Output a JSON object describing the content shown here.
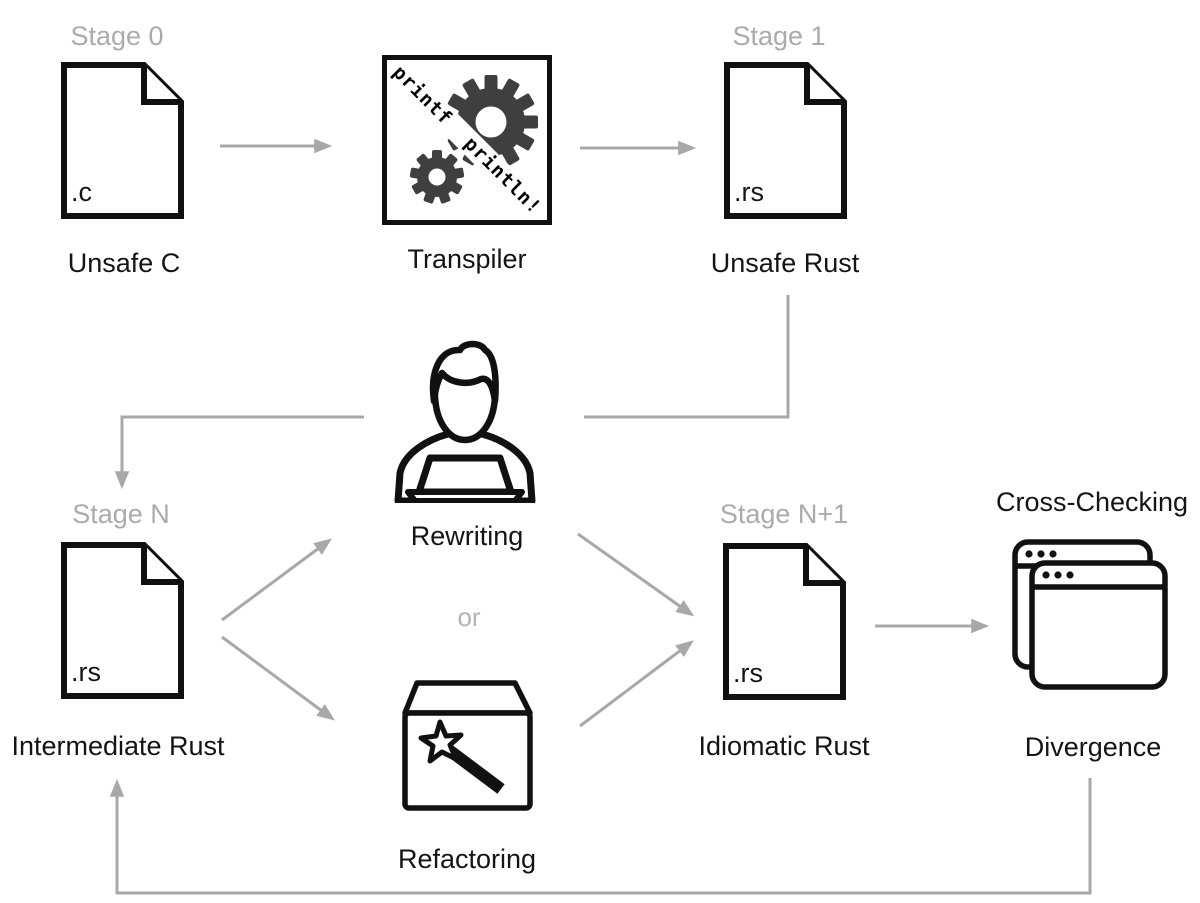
{
  "stages": {
    "s0": "Stage 0",
    "s1": "Stage 1",
    "sn": "Stage N",
    "sn1": "Stage N+1"
  },
  "nodes": {
    "unsafe_c": {
      "label": "Unsafe C",
      "ext": ".c"
    },
    "transpiler": {
      "label": "Transpiler",
      "code": "printf println!"
    },
    "unsafe_rust": {
      "label": "Unsafe Rust",
      "ext": ".rs"
    },
    "rewriting": {
      "label": "Rewriting"
    },
    "refactoring": {
      "label": "Refactoring"
    },
    "intermediate_rust": {
      "label": "Intermediate Rust",
      "ext": ".rs"
    },
    "idiomatic_rust": {
      "label": "Idiomatic Rust",
      "ext": ".rs"
    },
    "cross_checking": {
      "label": "Cross-Checking"
    },
    "divergence": {
      "label": "Divergence"
    }
  },
  "connectors": {
    "or_label": "or"
  },
  "icons": {
    "transpiler": "gears-icon",
    "rewriting": "person-at-laptop-icon",
    "refactoring": "magic-wand-box-icon",
    "cross_checking": "stacked-windows-icon",
    "files": "document-icon"
  },
  "colors": {
    "arrow_gray": "#a8a8a8",
    "stage_gray": "#ababab",
    "ink": "#141414",
    "gear_fill": "#3f3f3f"
  }
}
